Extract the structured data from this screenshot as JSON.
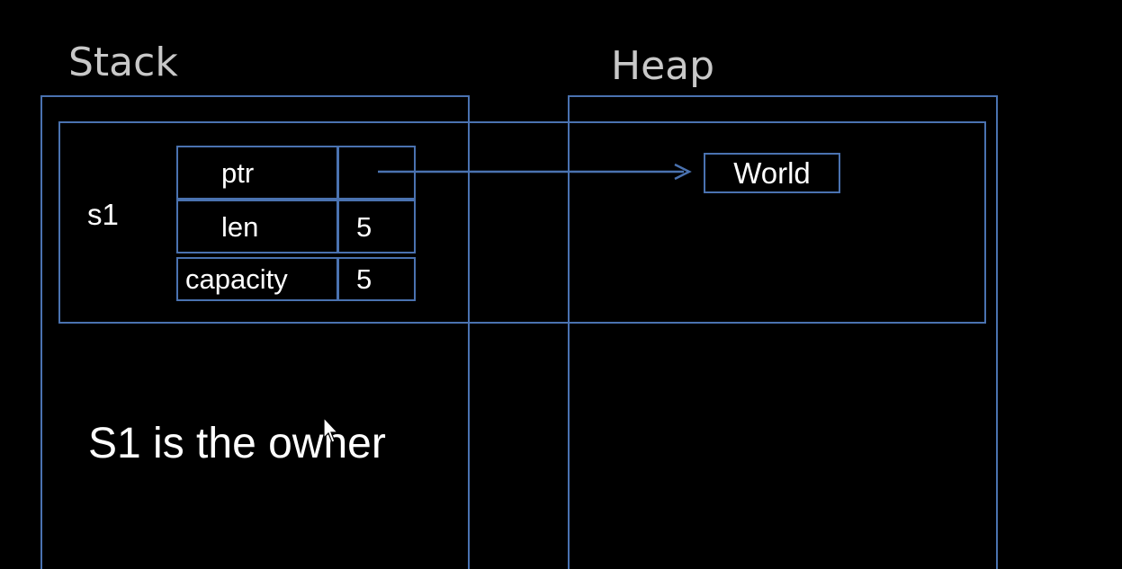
{
  "stack_title": "Stack",
  "heap_title": "Heap",
  "variable_name": "s1",
  "fields": [
    {
      "name": "ptr",
      "value": ""
    },
    {
      "name": "len",
      "value": "5"
    },
    {
      "name": "capacity",
      "value": "5"
    }
  ],
  "heap_value": "World",
  "caption": "S1 is the owner",
  "colors": {
    "background": "#000000",
    "border": "#4a72b0",
    "title": "#c8c8c8",
    "text": "#ffffff"
  },
  "icons": {
    "pointer_arrow": "arrow-right-icon",
    "mouse_cursor": "mouse-pointer-icon"
  }
}
